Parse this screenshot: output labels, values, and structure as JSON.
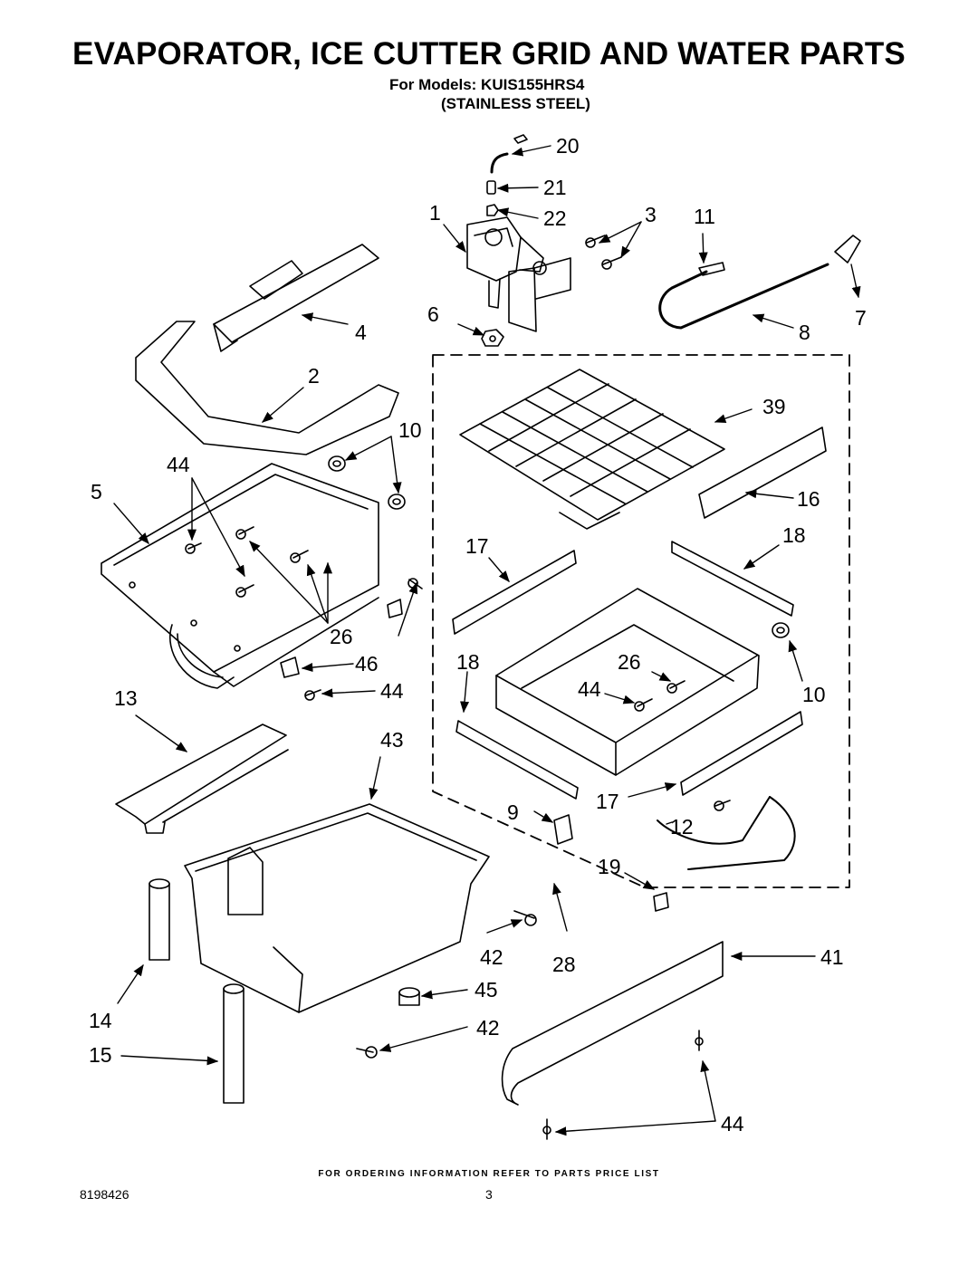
{
  "header": {
    "title": "EVAPORATOR, ICE CUTTER GRID AND WATER PARTS",
    "models_line": "For Models: KUIS155HRS4",
    "variant_line": "(STAINLESS STEEL)"
  },
  "callouts": [
    "20",
    "21",
    "1",
    "22",
    "3",
    "11",
    "6",
    "4",
    "7",
    "8",
    "2",
    "39",
    "10",
    "44",
    "5",
    "16",
    "17",
    "18",
    "26",
    "46",
    "44",
    "18",
    "26",
    "13",
    "44",
    "10",
    "43",
    "17",
    "9",
    "12",
    "19",
    "42",
    "28",
    "41",
    "45",
    "14",
    "42",
    "15",
    "44"
  ],
  "footer": {
    "ordering_note": "FOR ORDERING INFORMATION REFER TO PARTS PRICE LIST",
    "document_number": "8198426",
    "page_number": "3"
  }
}
